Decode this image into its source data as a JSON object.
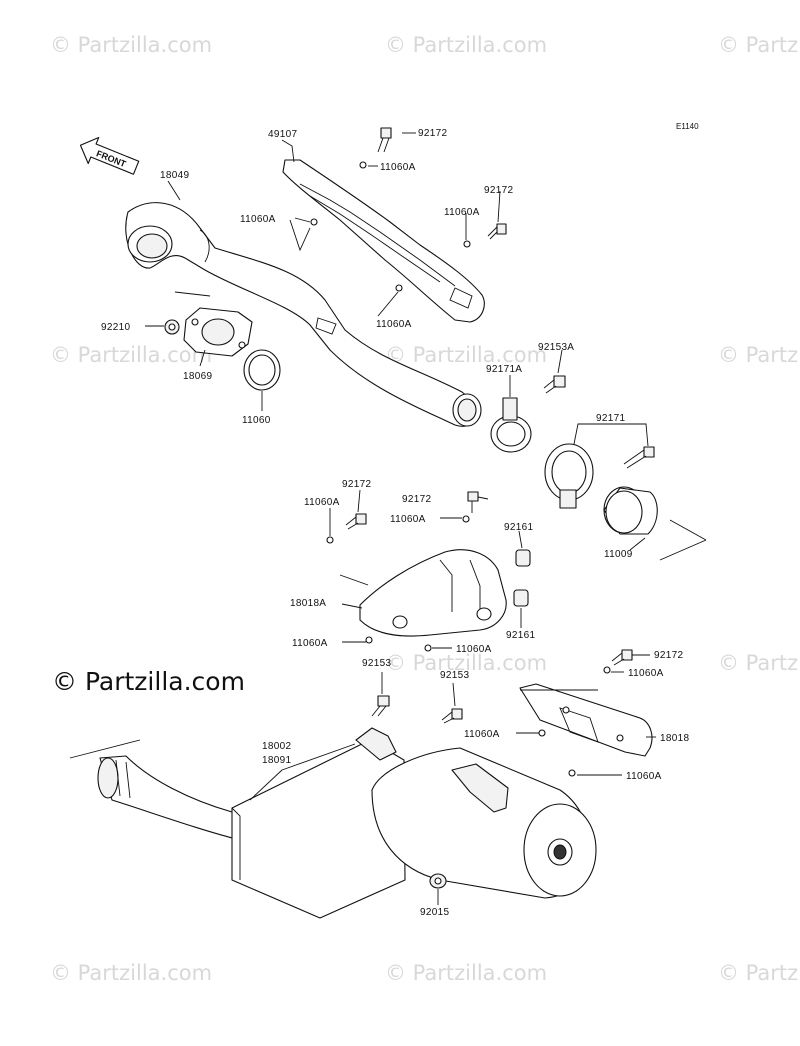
{
  "diagram": {
    "ref_code": "E1140",
    "front_label": "FRONT",
    "watermark_text": "© Partzilla.com",
    "watermark_main": "© Partzilla.com",
    "labels": {
      "p49107": "49107",
      "p92172_a": "92172",
      "p11060A_a": "11060A",
      "p18049": "18049",
      "p92172_b": "92172",
      "p11060A_b": "11060A",
      "p11060A_c": "11060A",
      "p11060A_d": "11060A",
      "p92210": "92210",
      "p18069": "18069",
      "p11060": "11060",
      "p92153A": "92153A",
      "p92171A": "92171A",
      "p92171": "92171",
      "p11009": "11009",
      "p92172_c": "92172",
      "p11060A_e": "11060A",
      "p92172_d": "92172",
      "p11060A_f": "11060A",
      "p92161_a": "92161",
      "p18018A": "18018A",
      "p92161_b": "92161",
      "p11060A_g": "11060A",
      "p11060A_h": "11060A",
      "p92172_e": "92172",
      "p11060A_i": "11060A",
      "p92153_a": "92153",
      "p92153_b": "92153",
      "p11060A_j": "11060A",
      "p18018": "18018",
      "p18002": "18002",
      "p18091": "18091",
      "p11060A_k": "11060A",
      "p92015": "92015"
    }
  }
}
